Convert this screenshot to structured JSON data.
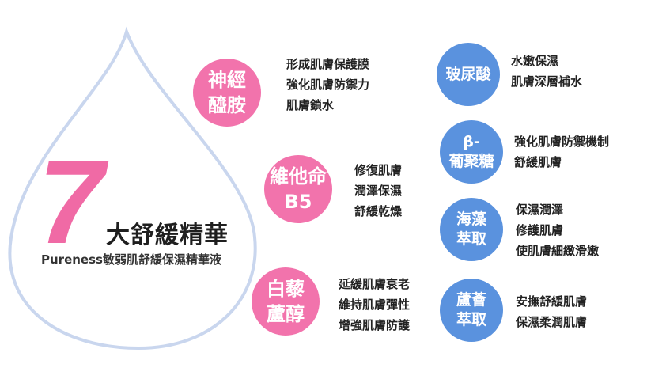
{
  "headline": {
    "number": "7",
    "title": "大舒緩精華",
    "subtitle": "Pureness敏弱肌舒緩保濕精華液"
  },
  "colors": {
    "pink": "#f273ac",
    "blue": "#5a92de",
    "drop_outline": "#c9d6ee",
    "number": "#f06aa5"
  },
  "ingredients": [
    {
      "name_lines": [
        "神經",
        "醯胺"
      ],
      "benefits": [
        "形成肌膚保護膜",
        "強化肌膚防禦力",
        "肌膚鎖水"
      ]
    },
    {
      "name_lines": [
        "維他命",
        "B5"
      ],
      "benefits": [
        "修復肌膚",
        "潤澤保濕",
        "舒緩乾燥"
      ]
    },
    {
      "name_lines": [
        "白藜",
        "蘆醇"
      ],
      "benefits": [
        "延緩肌膚衰老",
        "維持肌膚彈性",
        "增強肌膚防護"
      ]
    },
    {
      "name_lines": [
        "玻尿酸"
      ],
      "benefits": [
        "水嫩保濕",
        "肌膚深層補水"
      ]
    },
    {
      "name_lines": [
        "β-",
        "葡聚糖"
      ],
      "benefits": [
        "強化肌膚防禦機制",
        "舒緩肌膚"
      ]
    },
    {
      "name_lines": [
        "海藻",
        "萃取"
      ],
      "benefits": [
        "保濕潤澤",
        "修護肌膚",
        "使肌膚細緻滑嫩"
      ]
    },
    {
      "name_lines": [
        "蘆薈",
        "萃取"
      ],
      "benefits": [
        "安撫舒緩肌膚",
        "保濕柔潤肌膚"
      ]
    }
  ]
}
